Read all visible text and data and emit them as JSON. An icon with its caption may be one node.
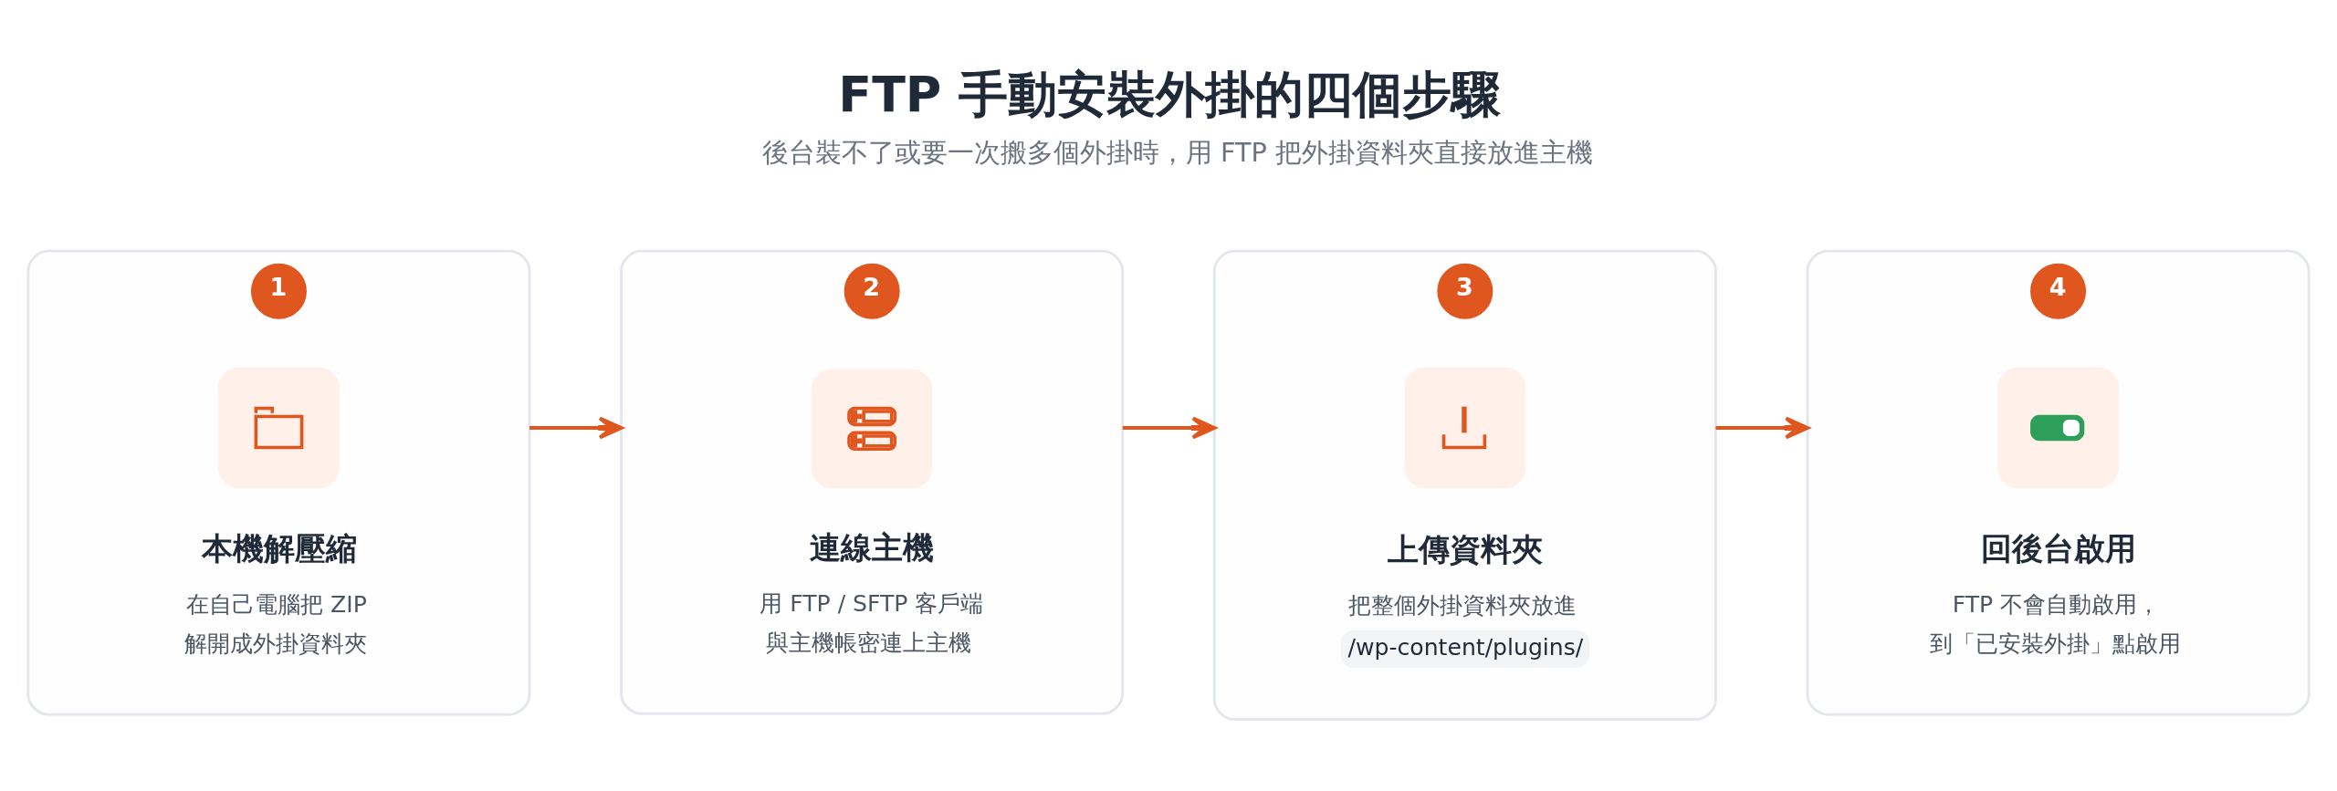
{
  "diagram": {
    "title": "FTP 手動安裝外掛的四個步驟",
    "caption": "後台裝不了或要一次搬多個外掛時，用 FTP 把外掛資料夾直接放進主機",
    "nodes": [
      {
        "text": [
          "本機解壓縮",
          "在自己電腦把 ZIP解開成外掛資料夾"
        ]
      },
      {
        "text": [
          "1"
        ],
        "in": 0
      },
      {
        "text": [],
        "shape": "picture",
        "in": 0
      },
      {
        "text": [
          "連線主機",
          "用 FTP / SFTP 客戶端與主機帳密連上主機"
        ]
      },
      {
        "text": [
          "2"
        ],
        "in": 3
      },
      {
        "text": [],
        "shape": "picture",
        "in": 3
      },
      {
        "text": [
          "上傳資料夾",
          "把整個外掛資料夾放進/wp-content/plugins/"
        ]
      },
      {
        "text": [
          "3"
        ],
        "in": 6
      },
      {
        "text": [],
        "shape": "picture",
        "in": 6
      },
      {
        "text": [
          "回後台啟用",
          "FTP 不會自動啟用，到「已安裝外掛」點啟用"
        ]
      },
      {
        "text": [
          "4"
        ],
        "in": 9
      },
      {
        "text": [],
        "shape": "picture",
        "in": 9
      }
    ],
    "edges": [
      {
        "from": 0,
        "to": 3,
        "arrow": "to"
      },
      {
        "from": 3,
        "to": 6,
        "arrow": "to"
      },
      {
        "from": 6,
        "to": 9,
        "arrow": "to"
      }
    ]
  }
}
